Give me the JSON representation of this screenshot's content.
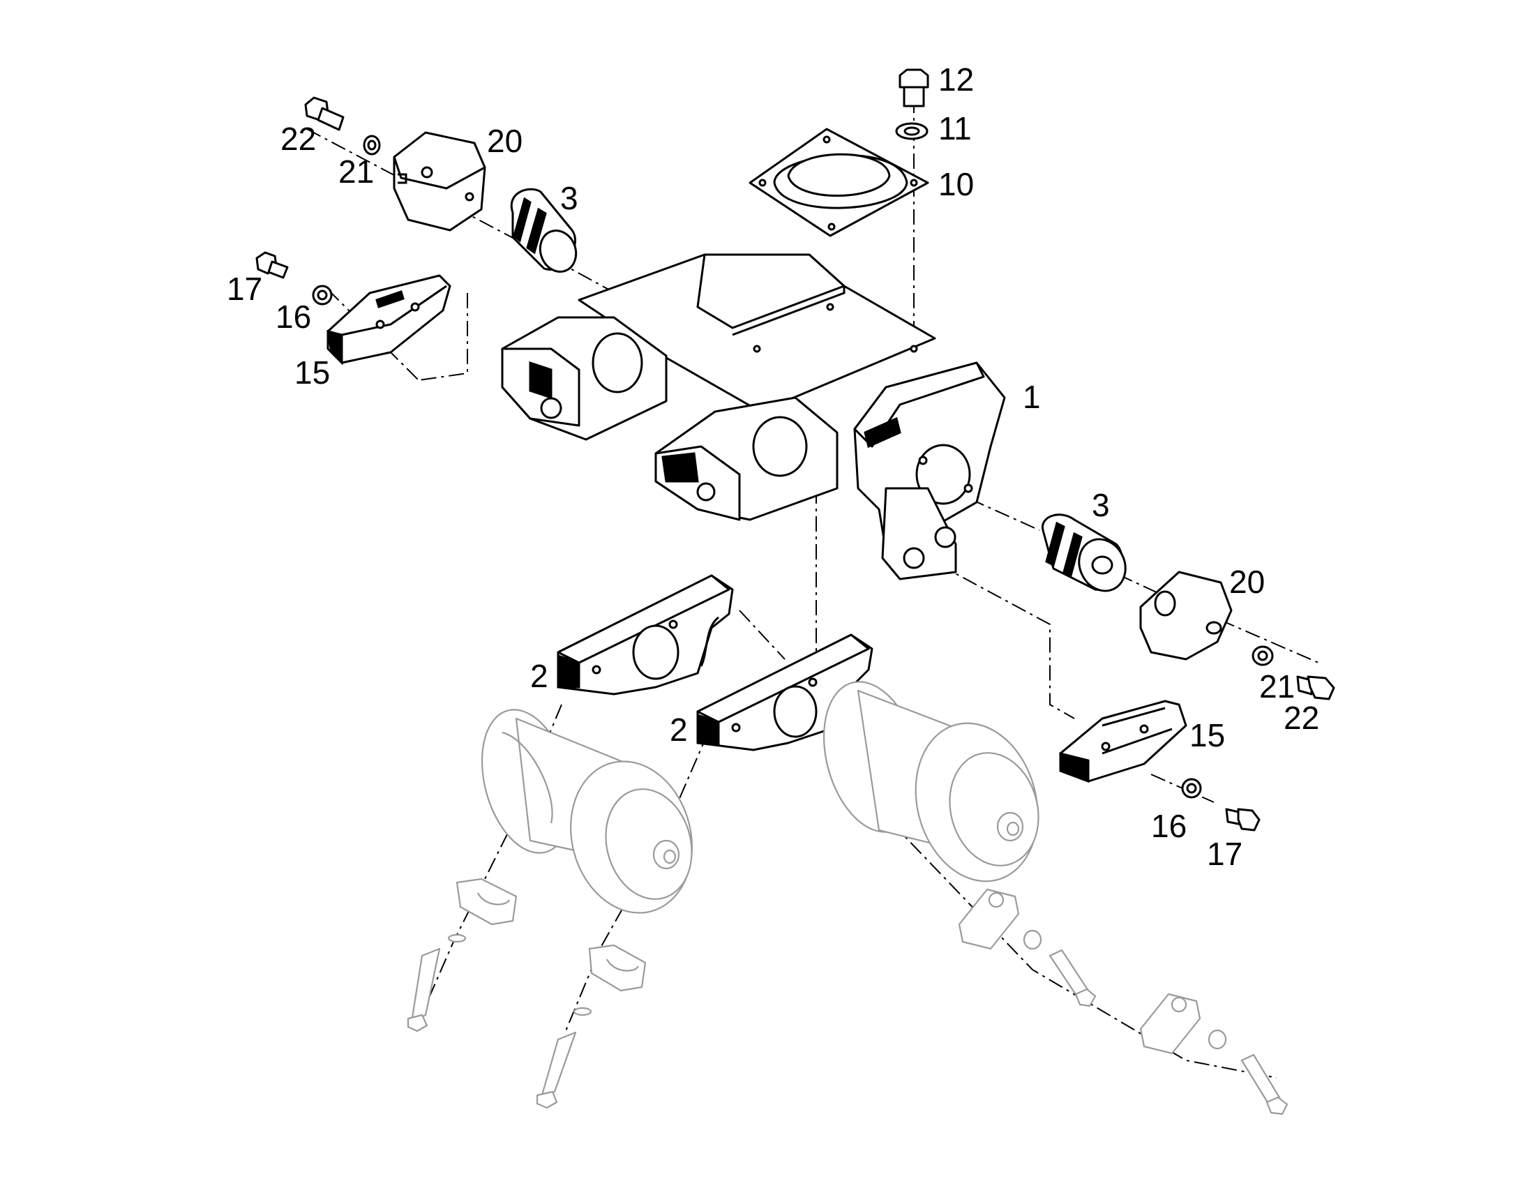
{
  "callouts": {
    "c1": "1",
    "c2a": "2",
    "c2b": "2",
    "c3a": "3",
    "c3b": "3",
    "c10": "10",
    "c11": "11",
    "c12": "12",
    "c15a": "15",
    "c15b": "15",
    "c16a": "16",
    "c16b": "16",
    "c17a": "17",
    "c17b": "17",
    "c20a": "20",
    "c20b": "20",
    "c21a": "21",
    "c21b": "21",
    "c22a": "22",
    "c22b": "22"
  }
}
